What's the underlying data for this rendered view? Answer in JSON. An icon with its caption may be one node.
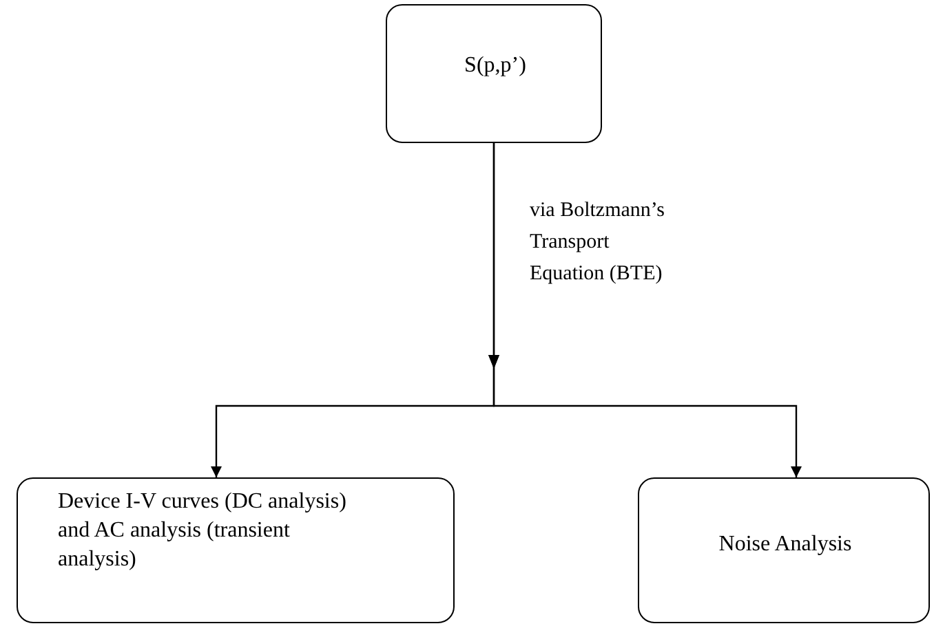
{
  "diagram": {
    "nodes": [
      {
        "text": [
          "S(p,p’)"
        ]
      },
      {
        "text": [
          "Device I-V curves (DC analysis) and AC analysis (transient analysis)"
        ]
      },
      {
        "text": [
          "Noise Analysis"
        ]
      }
    ],
    "edges": [
      {
        "from": 0,
        "to": 1,
        "arrow": "to",
        "label": "via Boltzmann’s Transport Equation (BTE)"
      },
      {
        "from": 0,
        "to": 2,
        "arrow": "to"
      }
    ]
  }
}
